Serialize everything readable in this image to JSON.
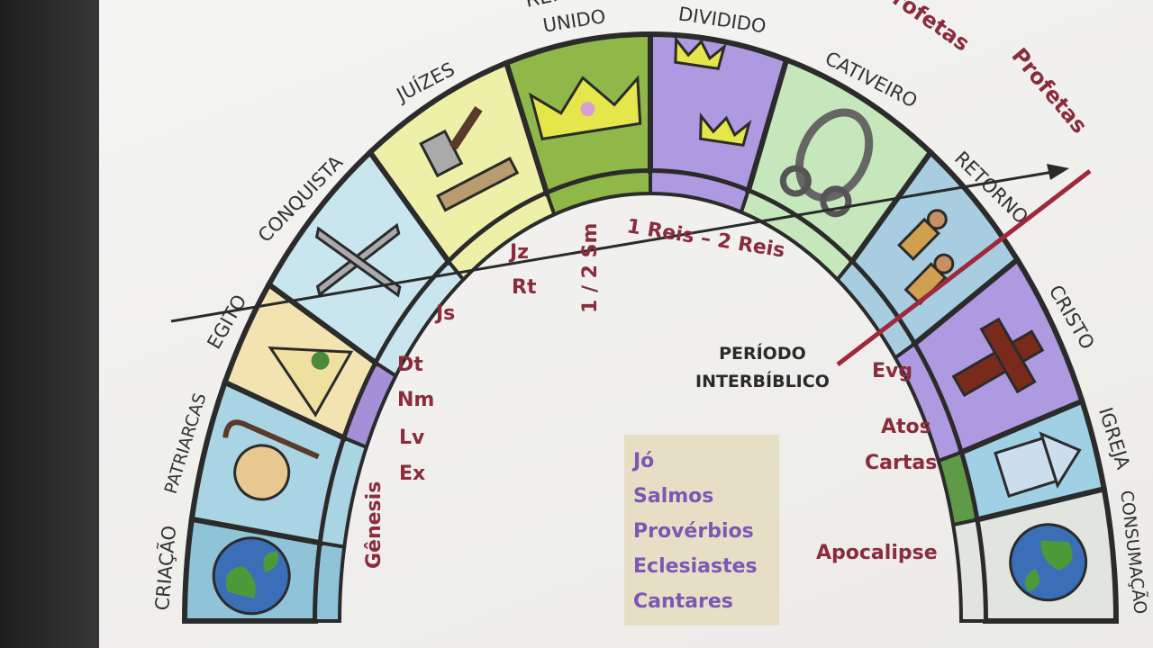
{
  "colors": {
    "book_text": "#8a2c3c",
    "wisdom_text": "#7b58b4",
    "wisdom_bg": "#e6dfc6",
    "prophets": "#8a2c3c",
    "red_line": "#a0283c",
    "arrow_line": "#2a2a2a"
  },
  "periods": [
    {
      "label": "CRIAÇÃO",
      "color": "#8fc3d8",
      "icon": "globe-icon",
      "inner": "#8fc3d8"
    },
    {
      "label": "PATRIARCAS",
      "color": "#a9d4e4",
      "icon": "shepherd-icon",
      "inner": "#a9d4e4"
    },
    {
      "label": "EGITO",
      "color": "#f3e3b0",
      "icon": "pyramid-icon",
      "inner": "#a58fd6"
    },
    {
      "label": "CONQUISTA",
      "color": "#c9e6ee",
      "icon": "sword-icon",
      "inner": "#c9e6ee"
    },
    {
      "label": "JUÍZES",
      "color": "#eef0a8",
      "icon": "gavel-icon",
      "inner": "#eef0a8"
    },
    {
      "label": "UNIDO",
      "color": "#8fb848",
      "icon": "crown-icon",
      "inner": "#8fb848"
    },
    {
      "label": "DIVIDIDO",
      "color": "#ad9ae0",
      "icon": "two-crowns-icon",
      "inner": "#ad9ae0"
    },
    {
      "label": "CATIVEIRO",
      "color": "#c6e6bc",
      "icon": "chain-icon",
      "inner": "#c6e6bc"
    },
    {
      "label": "RETORNO",
      "color": "#a8cde0",
      "icon": "travelers-icon",
      "inner": "#a8cde0"
    },
    {
      "label": "CRISTO",
      "color": "#ad9ae0",
      "icon": "cross-icon",
      "inner": "#ad9ae0"
    },
    {
      "label": "IGREJA",
      "color": "#9fd0e4",
      "icon": "church-icon",
      "inner": "#5f9a48"
    },
    {
      "label": "CONSUMAÇÃO",
      "color": "#e2e4e0",
      "icon": "earth-icon",
      "inner": "#e2e4e0"
    }
  ],
  "reino_partial": "REINO",
  "prophets": {
    "top_partial": "Profetas",
    "label": "Profetas"
  },
  "books": {
    "genesis": "Gênesis",
    "ex": "Ex",
    "lv": "Lv",
    "nm": "Nm",
    "dt": "Dt",
    "js": "Js",
    "jz": "Jz",
    "rt": "Rt",
    "sm": "1 / 2 Sm",
    "reis": "1 Reis – 2 Reis",
    "evg": "Evg",
    "atos": "Atos",
    "cartas": "Cartas",
    "apocalipse": "Apocalipse"
  },
  "interbiblical": {
    "line1": "PERÍODO",
    "line2": "INTERBÍBLICO"
  },
  "wisdom": [
    "Jó",
    "Salmos",
    "Provérbios",
    "Eclesiastes",
    "Cantares"
  ]
}
